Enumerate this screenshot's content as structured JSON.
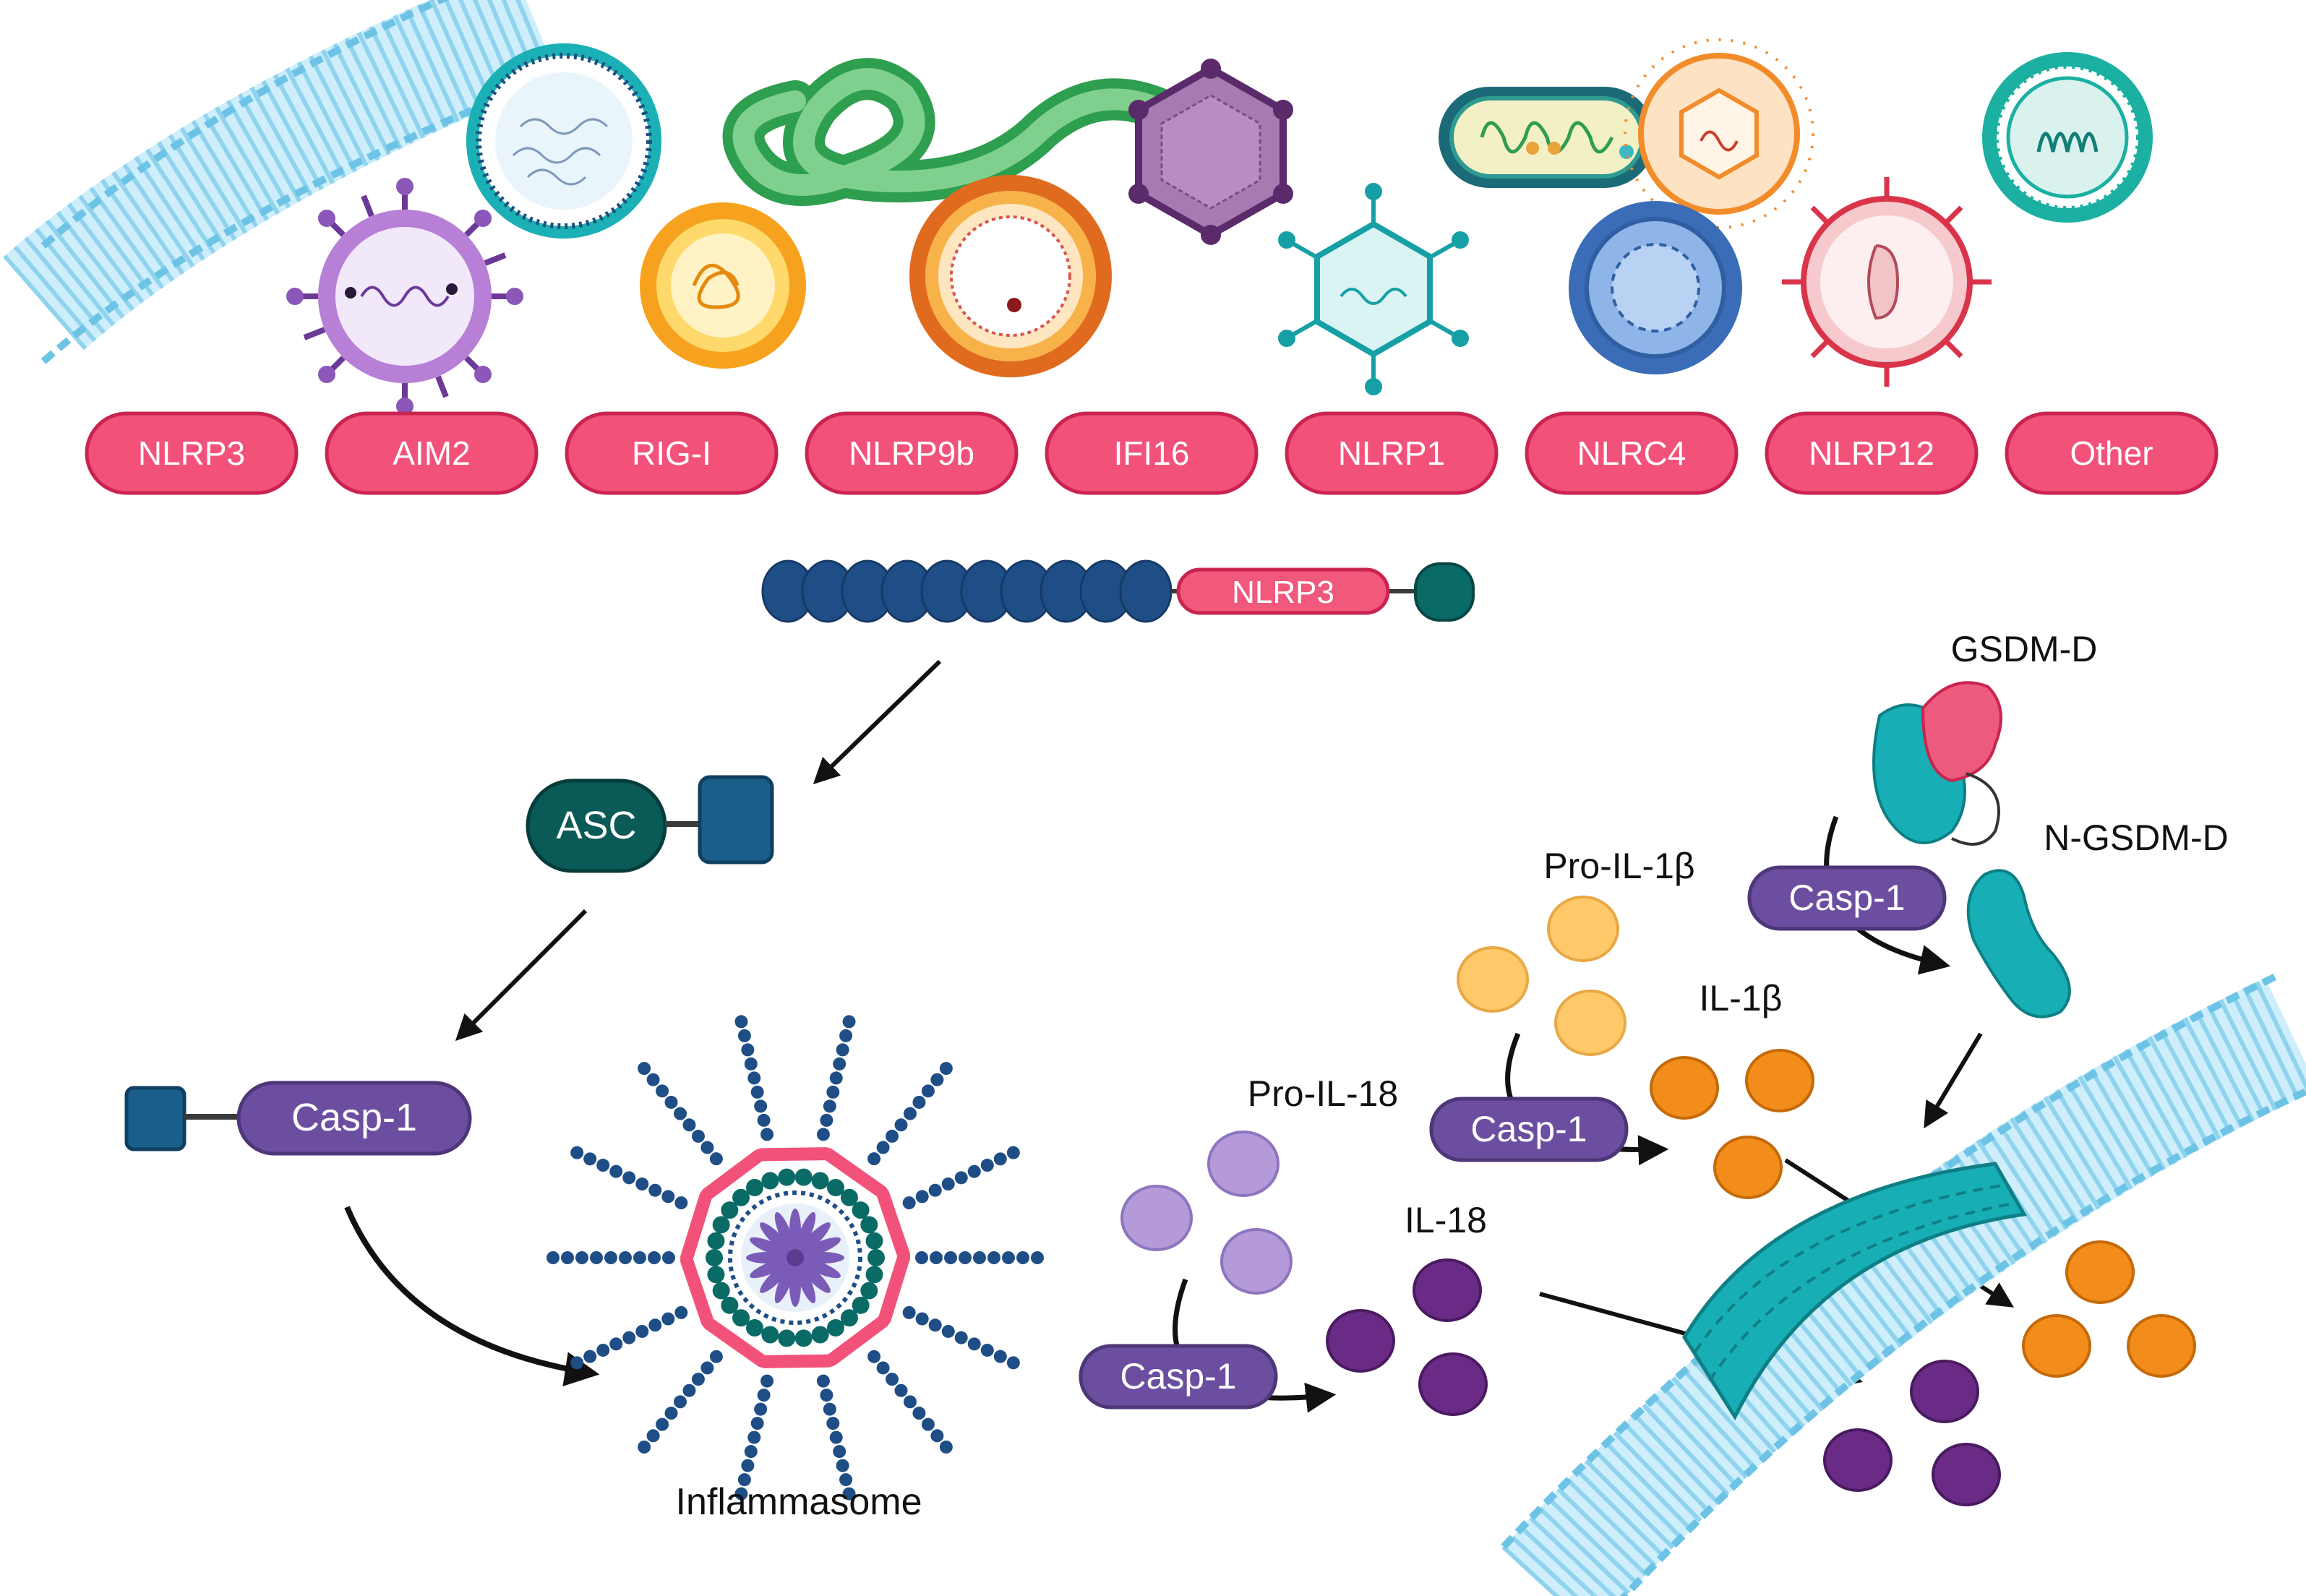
{
  "sensors": [
    {
      "id": "nlrp3",
      "label": "NLRP3"
    },
    {
      "id": "aim2",
      "label": "AIM2"
    },
    {
      "id": "rig-i",
      "label": "RIG-I"
    },
    {
      "id": "nlrp9b",
      "label": "NLRP9b"
    },
    {
      "id": "ifi16",
      "label": "IFI16"
    },
    {
      "id": "nlrp1",
      "label": "NLRP1"
    },
    {
      "id": "nlrc4",
      "label": "NLRC4"
    },
    {
      "id": "nlrp12",
      "label": "NLRP12"
    },
    {
      "id": "other",
      "label": "Other"
    }
  ],
  "labels": {
    "nlrp3_protein": "NLRP3",
    "asc": "ASC",
    "casp1_main": "Casp-1",
    "inflammasome": "Inflammasome",
    "gsdmd": "GSDM-D",
    "n_gsdmd": "N-GSDM-D",
    "pro_il1b": "Pro-IL-1β",
    "il1b": "IL-1β",
    "pro_il18": "Pro-IL-18",
    "il18": "IL-18",
    "casp1_a": "Casp-1",
    "casp1_b": "Casp-1",
    "casp1_c": "Casp-1"
  },
  "colors": {
    "sensor_fill": "#f2527a",
    "sensor_stroke": "#c9244f",
    "membrane": "#8fd3ef",
    "navy": "#1f4e86",
    "teal_dark": "#0a5a57",
    "casp_purple": "#6b4ea0",
    "pore_teal": "#18aeb5",
    "il1b_orange": "#f28c1a",
    "pro_il1b_yellow": "#ffc96a",
    "il18_purple": "#6a2b86",
    "pro_il18_lilac": "#b49ad8"
  },
  "icons": [
    "membrane-icon",
    "influenza-virus-icon",
    "herpes-virus-icon",
    "ebola-virus-icon",
    "rotavirus-icon",
    "coronavirus-icon",
    "polyhedral-virus-icon",
    "adenovirus-icon",
    "bacterium-icon",
    "hepatitis-virus-icon",
    "rotavirus-blue-icon",
    "hiv-virus-icon",
    "measles-virus-icon",
    "inflammasome-icon",
    "gsdmd-protein-icon",
    "n-gsdmd-icon",
    "gasdermin-pore-icon"
  ]
}
